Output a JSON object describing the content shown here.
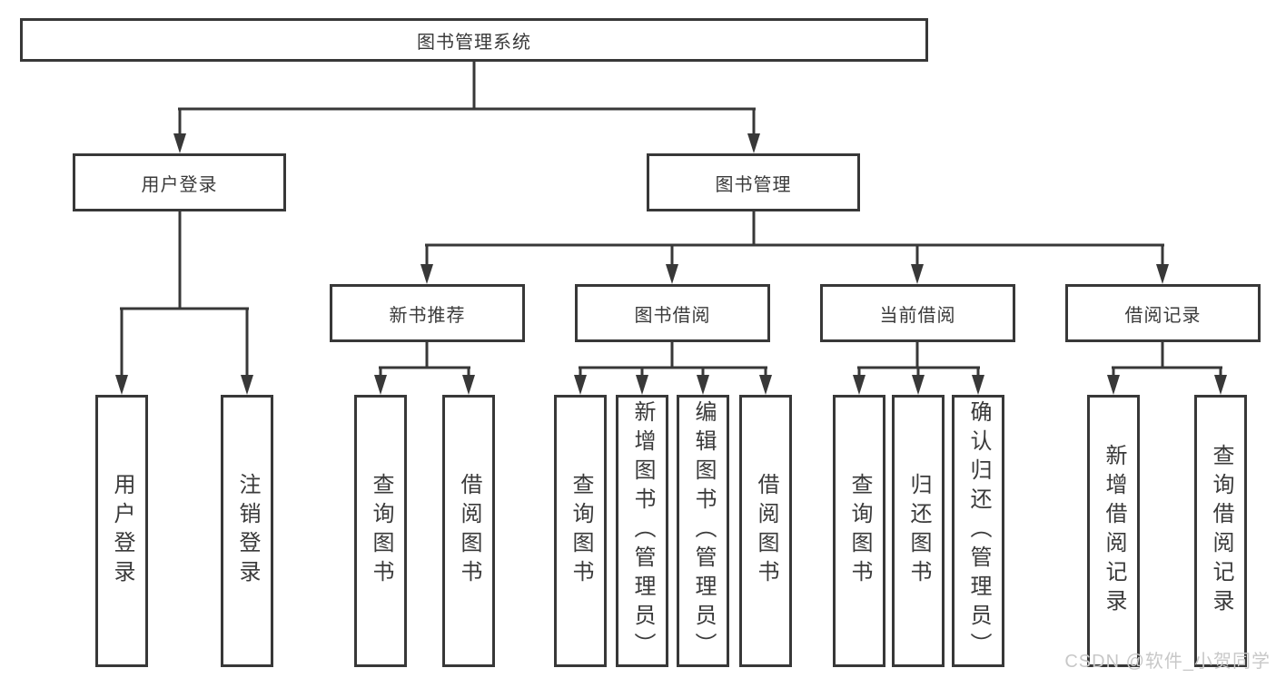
{
  "tree": {
    "root": {
      "label": "图书管理系统"
    },
    "level2": [
      {
        "label": "用户登录"
      },
      {
        "label": "图书管理"
      }
    ],
    "level3": [
      {
        "label": "新书推荐",
        "parent": "图书管理"
      },
      {
        "label": "图书借阅",
        "parent": "图书管理"
      },
      {
        "label": "当前借阅",
        "parent": "图书管理"
      },
      {
        "label": "借阅记录",
        "parent": "图书管理"
      }
    ],
    "leaves": [
      {
        "label": "用户登录",
        "parent": "用户登录"
      },
      {
        "label": "注销登录",
        "parent": "用户登录"
      },
      {
        "label": "查询图书",
        "parent": "新书推荐"
      },
      {
        "label": "借阅图书",
        "parent": "新书推荐"
      },
      {
        "label": "查询图书",
        "parent": "图书借阅"
      },
      {
        "label": "新增图书（管理员）",
        "parent": "图书借阅"
      },
      {
        "label": "编辑图书（管理员）",
        "parent": "图书借阅"
      },
      {
        "label": "借阅图书",
        "parent": "图书借阅"
      },
      {
        "label": "查询图书",
        "parent": "当前借阅"
      },
      {
        "label": "归还图书",
        "parent": "当前借阅"
      },
      {
        "label": "确认归还（管理员）",
        "parent": "当前借阅"
      },
      {
        "label": "新增借阅记录",
        "parent": "借阅记录"
      },
      {
        "label": "查询借阅记录",
        "parent": "借阅记录"
      }
    ]
  },
  "watermark": "CSDN @软件_小贺同学",
  "colors": {
    "line": "#383838",
    "text": "#3a3a3a",
    "watermark": "#c8c8c8",
    "background": "#ffffff"
  }
}
